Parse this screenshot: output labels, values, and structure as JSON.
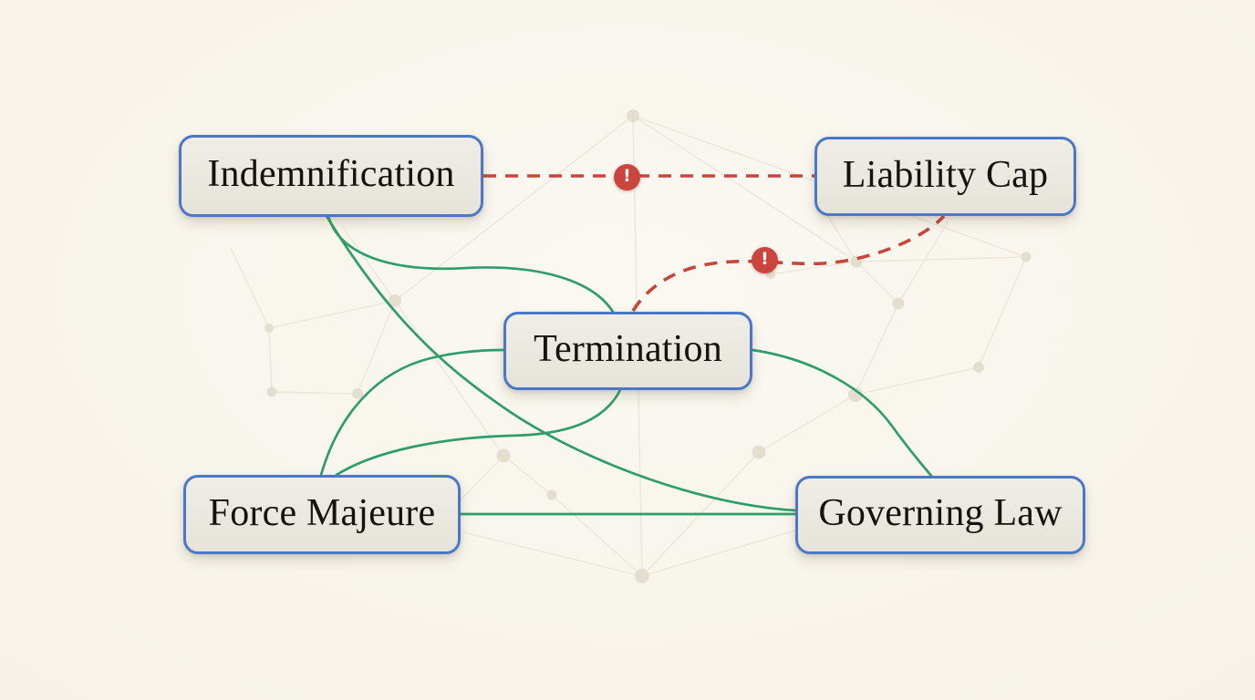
{
  "colors": {
    "background": "#f7f3ea",
    "mesh": "#ebe6da",
    "mesh-dot": "#e4ded0",
    "edge-green": "#2e9d6b",
    "edge-conflict": "#c5463d",
    "node-border": "#4b78c6",
    "node-fill": "#eae7df",
    "warning-bg": "#cb453f"
  },
  "diagram": {
    "nodes": [
      {
        "id": "indemnification",
        "label": "Indemnification"
      },
      {
        "id": "liability-cap",
        "label": "Liability Cap"
      },
      {
        "id": "termination",
        "label": "Termination"
      },
      {
        "id": "force-majeure",
        "label": "Force Majeure"
      },
      {
        "id": "governing-law",
        "label": "Governing Law"
      }
    ],
    "relations": [
      {
        "from": "Indemnification",
        "to": "Termination",
        "type": "link"
      },
      {
        "from": "Indemnification",
        "to": "Governing Law",
        "type": "link"
      },
      {
        "from": "Force Majeure",
        "to": "Termination",
        "type": "link"
      },
      {
        "from": "Termination",
        "to": "Force Majeure",
        "type": "link"
      },
      {
        "from": "Force Majeure",
        "to": "Governing Law",
        "type": "link"
      },
      {
        "from": "Termination",
        "to": "Governing Law",
        "type": "link"
      },
      {
        "from": "Indemnification",
        "to": "Liability Cap",
        "type": "conflict"
      },
      {
        "from": "Termination",
        "to": "Liability Cap",
        "type": "conflict"
      }
    ],
    "warning_glyph": "!"
  }
}
